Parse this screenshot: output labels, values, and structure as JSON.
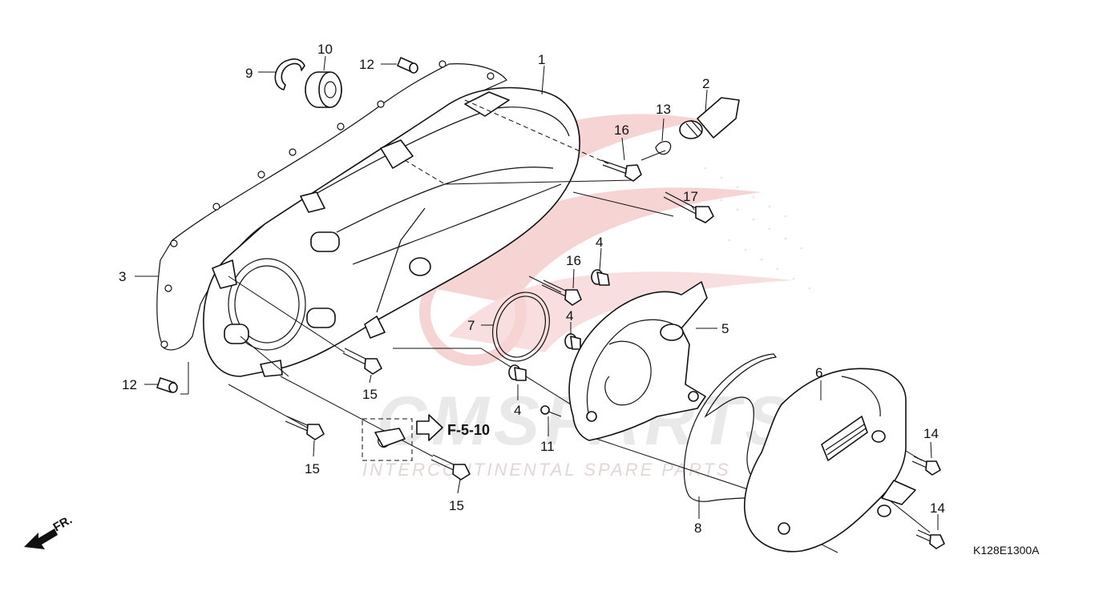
{
  "callouts": {
    "c1": "1",
    "c2": "2",
    "c3": "3",
    "c4a": "4",
    "c4b": "4",
    "c4c": "4",
    "c5": "5",
    "c6": "6",
    "c7": "7",
    "c8": "8",
    "c9": "9",
    "c10": "10",
    "c11": "11",
    "c12a": "12",
    "c12b": "12",
    "c13": "13",
    "c14a": "14",
    "c14b": "14",
    "c15a": "15",
    "c15b": "15",
    "c15c": "15",
    "c16a": "16",
    "c16b": "16",
    "c17": "17"
  },
  "reference": "F-5-10",
  "direction_label": "FR.",
  "drawing_code": "K128E1300A",
  "watermark": {
    "brand": "CMSPARTS",
    "tagline": "INTERCONTINENTAL SPARE PARTS"
  },
  "colors": {
    "line": "#111111",
    "watermark_red": "#f3c9c9",
    "watermark_gray": "#e9e9e9"
  },
  "icons": {
    "direction": "front-direction-arrow-icon",
    "reference": "outline-arrow-icon"
  }
}
